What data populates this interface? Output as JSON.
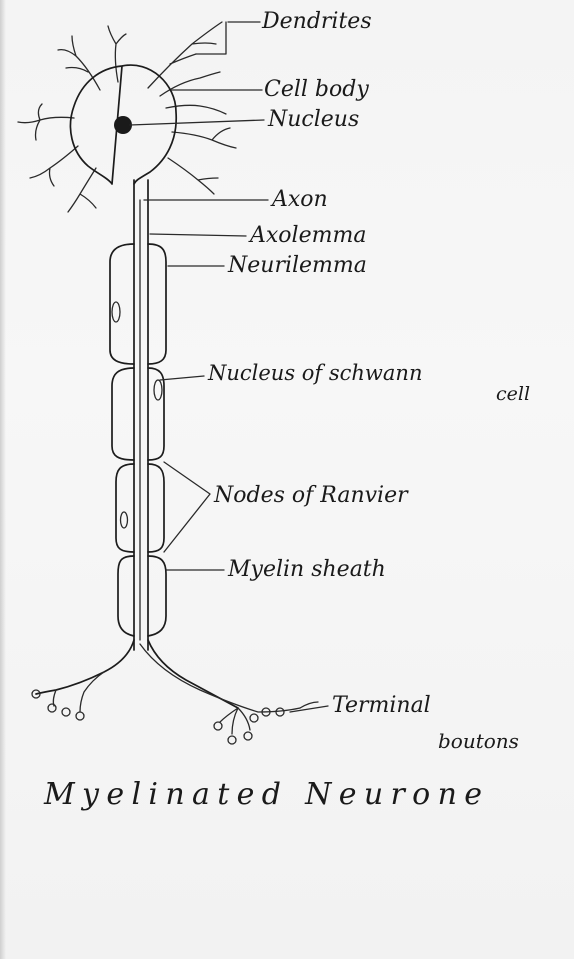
{
  "title": "Myelinated Neurone",
  "labels": {
    "dendrites": "Dendrites",
    "cell_body": "Cell body",
    "nucleus": "Nucleus",
    "axon": "Axon",
    "axolemma": "Axolemma",
    "neurilemma": "Neurilemma",
    "nucleus_of_schwann_line1": "Nucleus of schwann",
    "nucleus_of_schwann_line2": "cell",
    "nodes_of_ranvier": "Nodes of Ranvier",
    "myelin_sheath": "Myelin sheath",
    "terminal_line1": "Terminal",
    "terminal_line2": "boutons"
  },
  "colors": {
    "paper": "#f4f4f4",
    "ink": "#1c1c1c"
  }
}
